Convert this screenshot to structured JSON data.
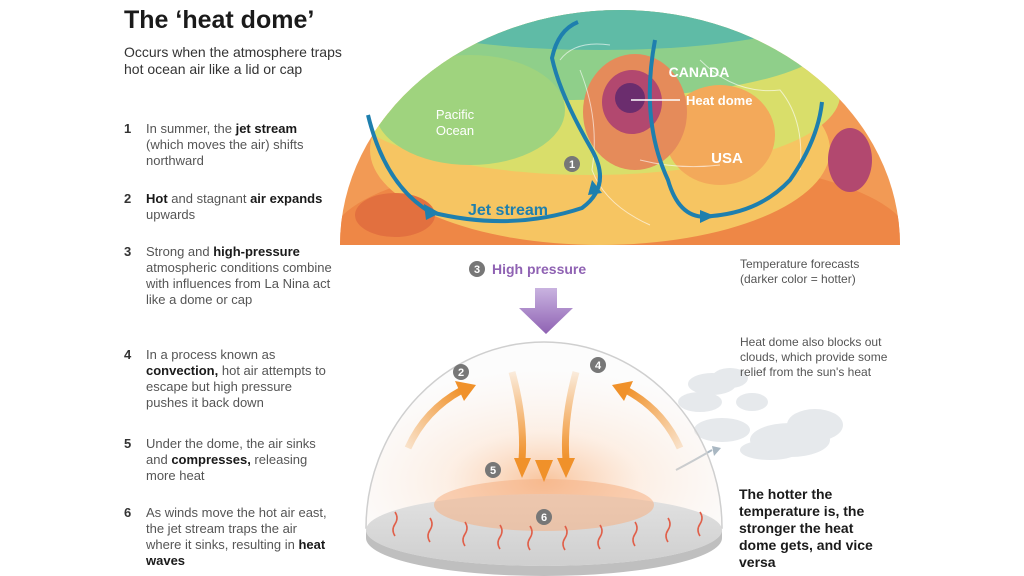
{
  "title": "The ‘heat dome’",
  "intro": "Occurs when the atmosphere traps hot ocean air like a lid or cap",
  "steps": [
    {
      "num": "1",
      "parts": [
        [
          "In summer, the ",
          false
        ],
        [
          "jet stream",
          true
        ],
        [
          " (which moves the air) shifts northward",
          false
        ]
      ]
    },
    {
      "num": "2",
      "parts": [
        [
          "Hot",
          true
        ],
        [
          " and stagnant ",
          false
        ],
        [
          "air expands",
          true
        ],
        [
          " upwards",
          false
        ]
      ]
    },
    {
      "num": "3",
      "parts": [
        [
          "Strong and ",
          false
        ],
        [
          "high-pressure",
          true
        ],
        [
          " atmospheric conditions combine with influences from La Nina act like a dome or cap",
          false
        ]
      ]
    },
    {
      "num": "4",
      "parts": [
        [
          "In a process known as ",
          false
        ],
        [
          "convection,",
          true
        ],
        [
          " hot air attempts to escape but high pressure pushes it back down",
          false
        ]
      ]
    },
    {
      "num": "5",
      "parts": [
        [
          "Under the dome, the air sinks and ",
          false
        ],
        [
          "compresses,",
          true
        ],
        [
          " releasing more heat",
          false
        ]
      ]
    },
    {
      "num": "6",
      "parts": [
        [
          "As winds move the hot air east, the jet stream traps the air where it sinks, resulting in ",
          false
        ],
        [
          "heat waves",
          true
        ]
      ]
    }
  ],
  "map": {
    "pacific_line1": "Pacific",
    "pacific_line2": "Ocean",
    "canada": "CANADA",
    "heat_dome": "Heat dome",
    "usa": "USA",
    "jet_stream": "Jet stream",
    "marker1": "1"
  },
  "high_pressure": {
    "num": "3",
    "label": "High pressure"
  },
  "legend": "Temperature forecasts (darker color = hotter)",
  "clouds_note": "Heat dome also blocks out clouds, which provide some relief from the sun's heat",
  "dome_markers": {
    "m2": "2",
    "m4": "4",
    "m5": "5",
    "m6": "6"
  },
  "bottom_note": "The hotter the temperature is, the stronger the heat dome gets, and vice versa",
  "colors": {
    "jet": "#1e7fae",
    "arrow_orange": "#f0912a",
    "pressure_purple": "#8f62b3",
    "heat_core": "#6b2d6e"
  }
}
